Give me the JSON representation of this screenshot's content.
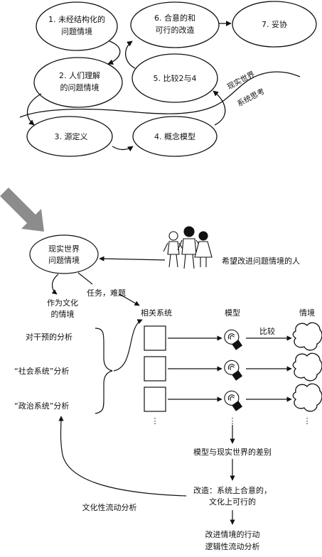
{
  "top_cycle": {
    "stages": [
      {
        "lines": [
          "1. 未经结构化的",
          "问题情境"
        ]
      },
      {
        "lines": [
          "2. 人们理解",
          "的问题情境"
        ]
      },
      {
        "lines": [
          "3. 源定义"
        ]
      },
      {
        "lines": [
          "4. 概念模型"
        ]
      },
      {
        "lines": [
          "5. 比较2与4"
        ]
      },
      {
        "lines": [
          "6. 合意的和",
          "可行的改造"
        ]
      },
      {
        "lines": [
          "7. 妥协"
        ]
      }
    ],
    "divider_labels": {
      "real_world": "现实世界",
      "systems_thinking": "系统思考"
    }
  },
  "bottom": {
    "real_world_situation": [
      "现实世界",
      "问题情境"
    ],
    "people_label": "希望改进问题情境的人",
    "task_label": "任务，难题",
    "culture_label": [
      "作为文化",
      "的情境"
    ],
    "analyses": [
      "对干预的分析",
      "“社会系统”分析",
      "“政治系统”分析"
    ],
    "col_headers": {
      "systems": "相关系统",
      "models": "模型",
      "situation": "情境"
    },
    "compare_label": "比较",
    "ellipsis": "⋮",
    "difference_label": "模型与现实世界的差别",
    "change_label": [
      "改造：系统上合意的，",
      "文化上可行的"
    ],
    "culture_stream_label": "文化性流动分析",
    "action_label": [
      "改进情境的行动",
      "逻辑性流动分析"
    ]
  }
}
